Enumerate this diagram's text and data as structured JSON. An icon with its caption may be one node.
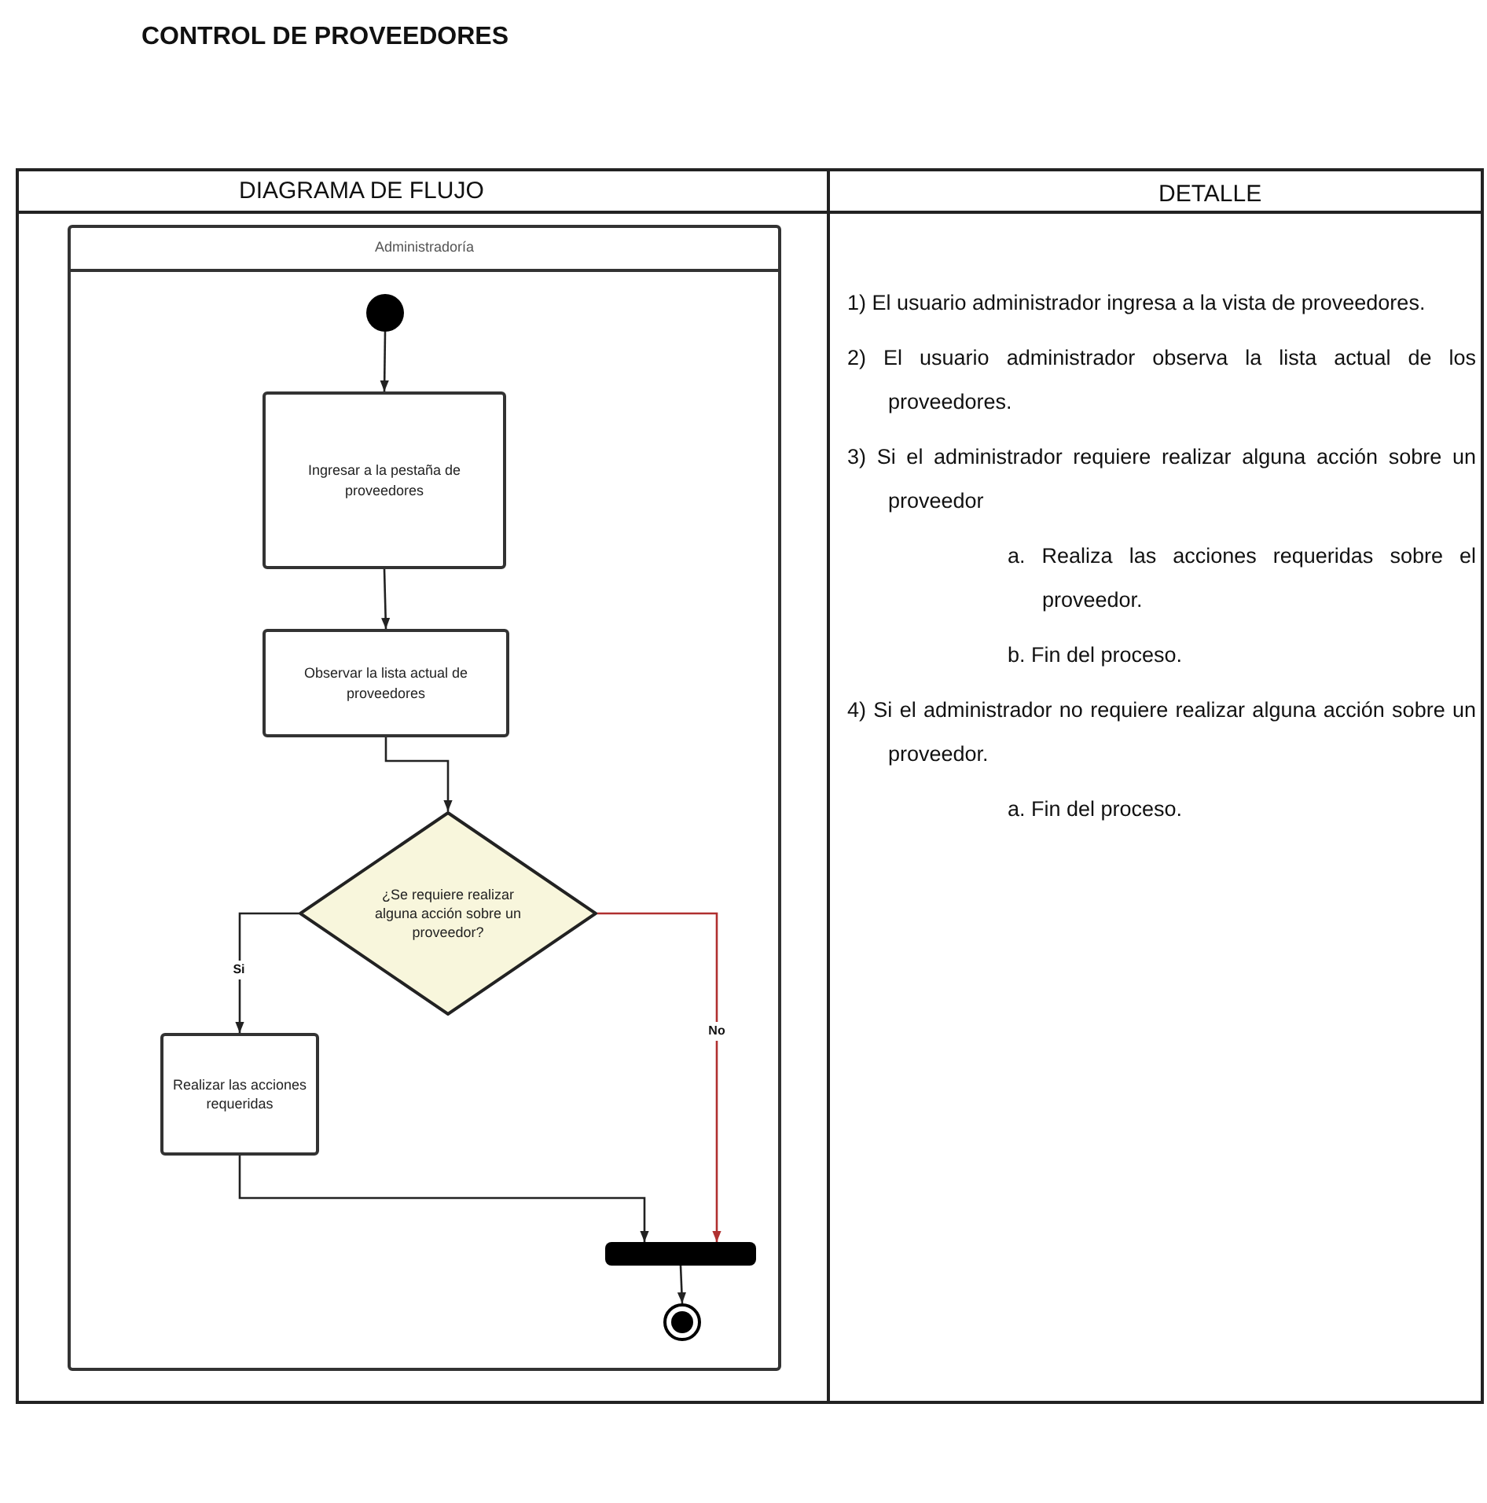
{
  "diagram": {
    "title": "CONTROL DE PROVEEDORES",
    "nodes": [
      {
        "text": [
          "Administradoría"
        ]
      },
      {
        "text": [],
        "shape": "circle",
        "in": 0
      },
      {
        "text": [
          "Ingresar a la pestaña de proveedores"
        ],
        "in": 0
      },
      {
        "text": [
          "Observar la lista actual de proveedores"
        ],
        "in": 0
      },
      {
        "text": [
          "¿Se requiere realizar alguna acción sobre un proveedor?"
        ],
        "in": 0
      },
      {
        "text": [
          "Realizar las acciones requeridas"
        ],
        "in": 0
      },
      {
        "text": [],
        "shape": "bar",
        "in": 0
      },
      {
        "text": [],
        "shape": "circle",
        "in": 0
      }
    ],
    "edges": [
      {
        "from": 1,
        "to": 2,
        "arrow": "to"
      },
      {
        "from": 2,
        "to": 3,
        "arrow": "to"
      },
      {
        "from": 3,
        "to": 4,
        "arrow": "to"
      },
      {
        "from": 4,
        "to": 5,
        "arrow": "to",
        "label": "Si"
      },
      {
        "from": 4,
        "to": 6,
        "arrow": "to",
        "label": "No",
        "color": "#b03030"
      },
      {
        "from": 5,
        "to": 6,
        "arrow": "to"
      },
      {
        "from": 6,
        "to": 7,
        "arrow": "to"
      }
    ],
    "labels": [
      "DIAGRAMA DE FLUJO",
      "DETALLE",
      "1) El usuario administrador ingresa a la vista de proveedores.",
      "2) El usuario administrador observa la lista actual de los proveedores.",
      "3) Si el administrador requiere realizar alguna acción sobre un proveedor",
      "a. Realiza las acciones requeridas sobre el proveedor.",
      "b. Fin del proceso.",
      "4) Si el administrador no requiere realizar alguna acción sobre un proveedor.",
      "a. Fin del proceso."
    ]
  }
}
